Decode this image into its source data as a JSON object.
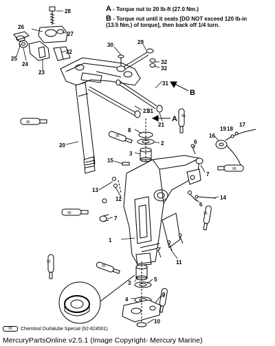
{
  "notes": {
    "a_letter": "A",
    "a_text": "- Torque nut to 20 lb-ft (27.0 Nm.)",
    "b_letter": "B",
    "b_text_line1": "- Torque nut until it seats [DO NOT exceed 120 lb-in",
    "b_text_line2": "(13.5 Nm.) of torque], then back off 1/4 turn."
  },
  "view_labels": {
    "a": "A",
    "b": "B"
  },
  "callouts": [
    "1",
    "2",
    "3",
    "3",
    "4",
    "5",
    "6",
    "6",
    "7",
    "7",
    "8",
    "9",
    "10",
    "11",
    "12",
    "13",
    "14",
    "15",
    "16",
    "17",
    "18",
    "19",
    "20",
    "21",
    "21",
    "22",
    "23",
    "24",
    "25",
    "26",
    "27",
    "28",
    "29",
    "30",
    "31",
    "31",
    "32",
    "32"
  ],
  "lube_code": "95",
  "legend": {
    "code": "95",
    "text": "Chemtool Durlalube Special (92-824501)"
  },
  "footer": "MercuryPartsOnline v2.5.1 (Image Copyright- Mercury Marine)"
}
